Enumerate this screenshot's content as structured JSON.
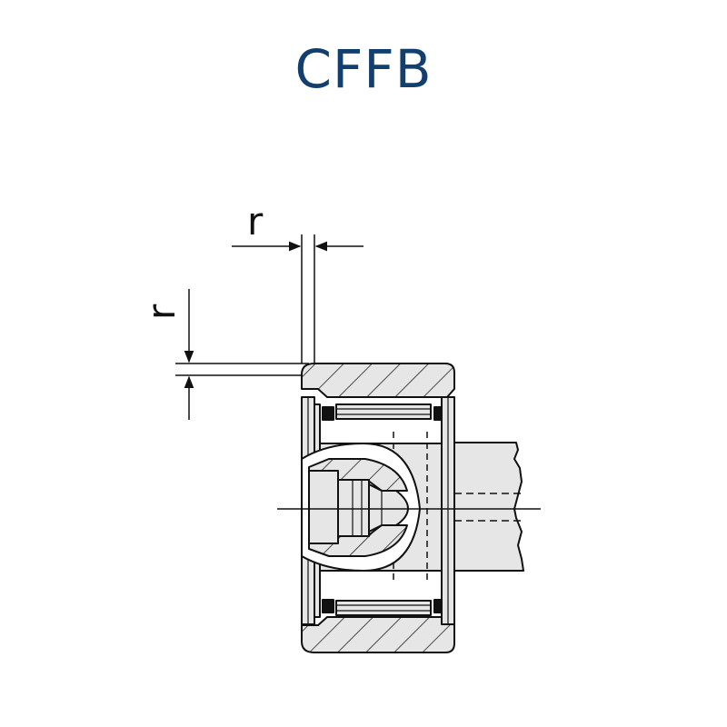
{
  "title": "CFFB",
  "dimensions": {
    "horizontal_label": "r",
    "vertical_label": "r"
  },
  "colors": {
    "title": "#123f6e",
    "fill": "#e6e6e6",
    "stroke": "#111111"
  }
}
